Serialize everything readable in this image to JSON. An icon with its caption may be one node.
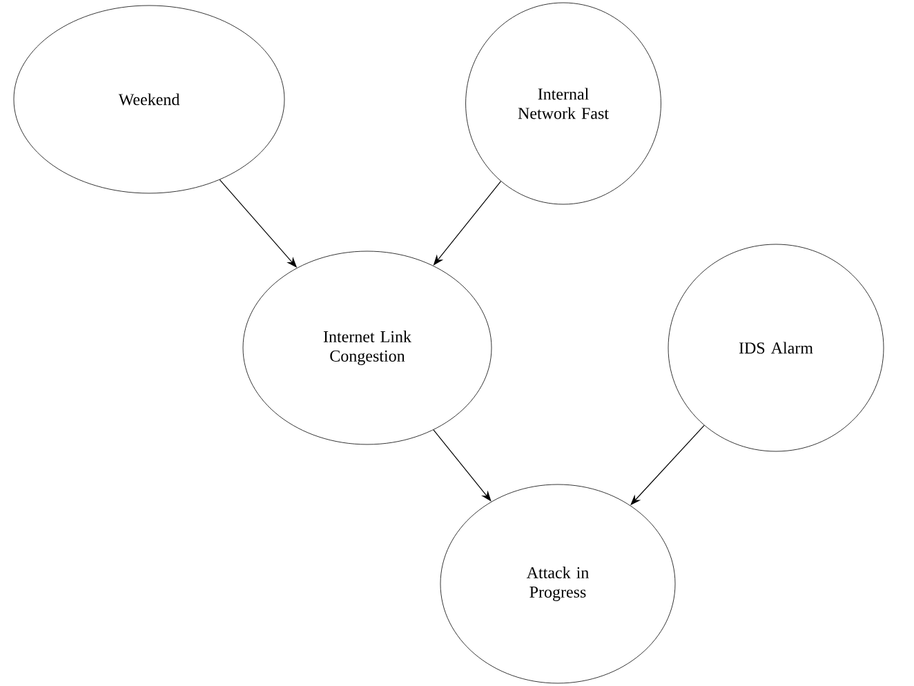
{
  "diagram": {
    "nodes": [
      {
        "text": [
          "Weekend"
        ]
      },
      {
        "text": [
          "Internal Network Fast"
        ]
      },
      {
        "text": [
          "Internet Link Congestion"
        ]
      },
      {
        "text": [
          "IDS Alarm"
        ]
      },
      {
        "text": [
          "Attack in Progress"
        ]
      }
    ],
    "edges": [
      {
        "from": 0,
        "to": 2,
        "arrow": "to"
      },
      {
        "from": 1,
        "to": 2,
        "arrow": "to"
      },
      {
        "from": 2,
        "to": 4,
        "arrow": "to"
      },
      {
        "from": 3,
        "to": 4,
        "arrow": "to"
      }
    ]
  }
}
